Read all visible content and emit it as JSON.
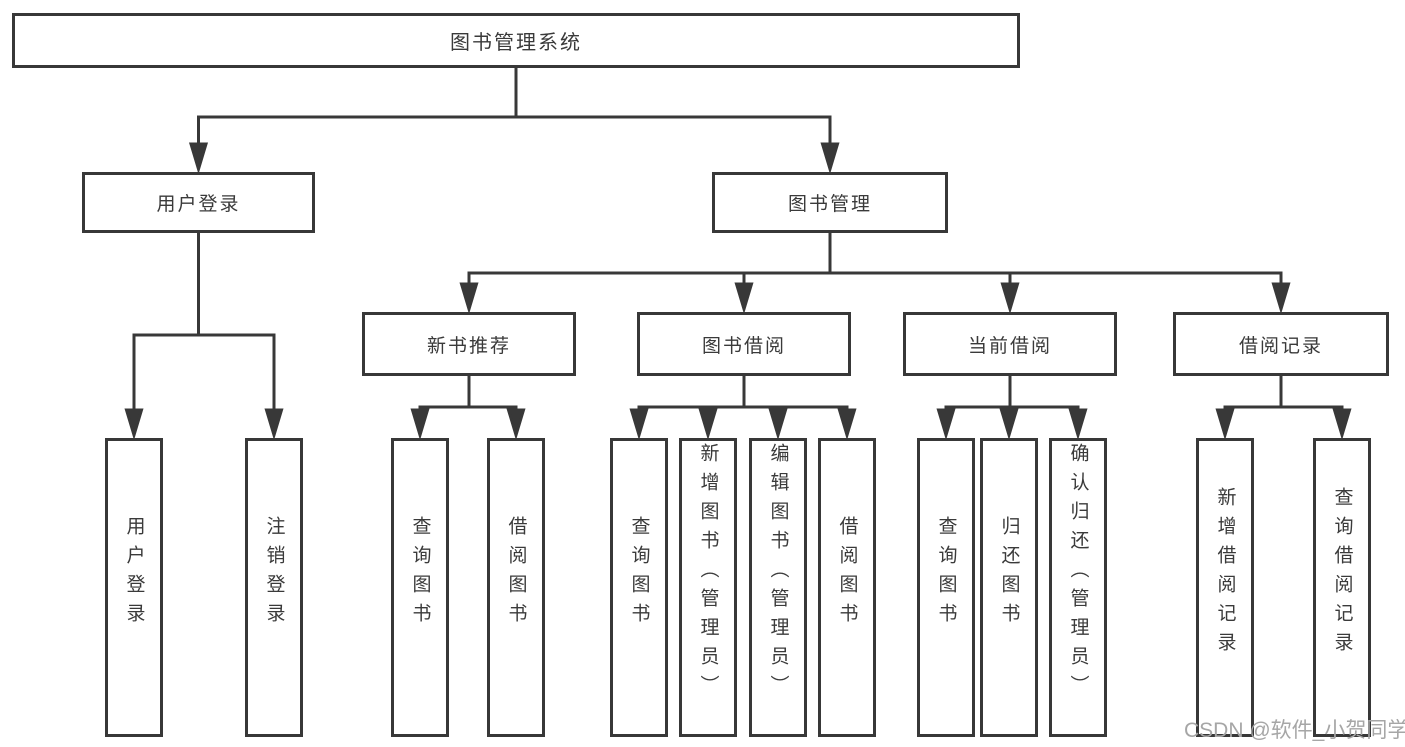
{
  "colors": {
    "line": "#383838",
    "text": "#3a3a3a",
    "watermark": "#a6a6a6",
    "bg": "#ffffff"
  },
  "watermark": "CSDN @软件_小贺同学",
  "tree": {
    "root": {
      "label": "图书管理系统",
      "children": [
        {
          "label": "用户登录",
          "children": [
            {
              "label": "用户登录"
            },
            {
              "label": "注销登录"
            }
          ]
        },
        {
          "label": "图书管理",
          "children": [
            {
              "label": "新书推荐",
              "children": [
                {
                  "label": "查询图书"
                },
                {
                  "label": "借阅图书"
                }
              ]
            },
            {
              "label": "图书借阅",
              "children": [
                {
                  "label": "查询图书"
                },
                {
                  "label": "新增图书（管理员）"
                },
                {
                  "label": "编辑图书（管理员）"
                },
                {
                  "label": "借阅图书"
                }
              ]
            },
            {
              "label": "当前借阅",
              "children": [
                {
                  "label": "查询图书"
                },
                {
                  "label": "归还图书"
                },
                {
                  "label": "确认归还（管理员）"
                }
              ]
            },
            {
              "label": "借阅记录",
              "children": [
                {
                  "label": "新增借阅记录"
                },
                {
                  "label": "查询借阅记录"
                }
              ]
            }
          ]
        }
      ]
    }
  }
}
